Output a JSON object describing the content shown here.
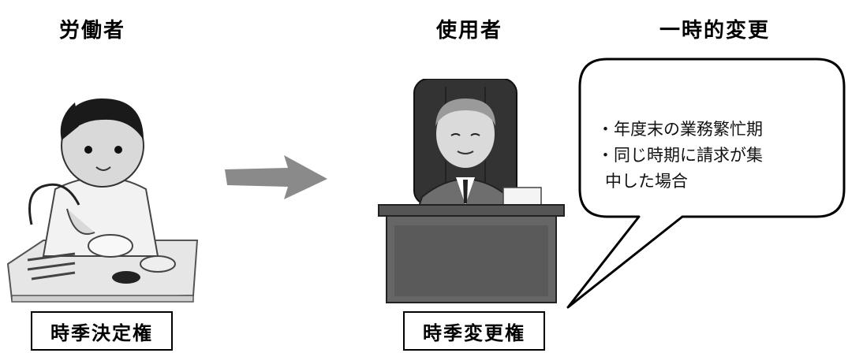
{
  "headings": {
    "worker": "労働者",
    "employer": "使用者",
    "temporary_change": "一時的変更"
  },
  "bubble": {
    "line1": "・年度末の業務繁忙期",
    "line2": "・同じ時期に請求が集",
    "line3": "中した場合"
  },
  "labels": {
    "worker_right": "時季決定権",
    "employer_right": "時季変更権"
  },
  "icons": {
    "worker": "dental-technician-illustration",
    "employer": "executive-at-desk-illustration",
    "arrow": "right-arrow-icon"
  }
}
